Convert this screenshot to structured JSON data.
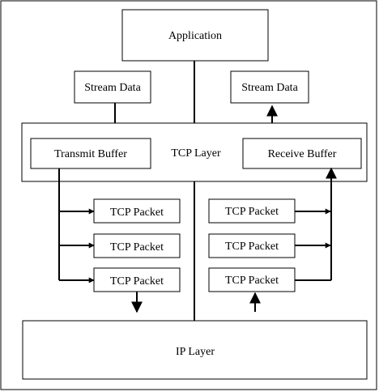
{
  "diagram": {
    "application": "Application",
    "stream_data_left": "Stream Data",
    "stream_data_right": "Stream Data",
    "tcp_layer": "TCP Layer",
    "transmit_buffer": "Transmit Buffer",
    "receive_buffer": "Receive Buffer",
    "tcp_packet_1": "TCP Packet",
    "tcp_packet_2": "TCP Packet",
    "tcp_packet_3": "TCP Packet",
    "tcp_packet_4": "TCP Packet",
    "tcp_packet_5": "TCP Packet",
    "tcp_packet_6": "TCP Packet",
    "ip_layer": "IP Layer"
  }
}
